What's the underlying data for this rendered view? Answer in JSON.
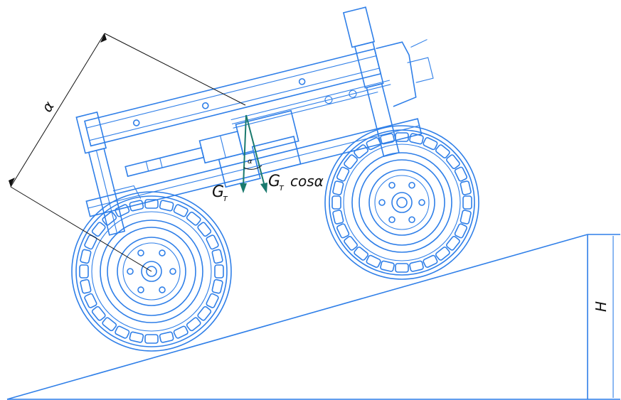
{
  "labels": {
    "alpha_dimension": "α",
    "gravity": "G",
    "gravity_sub": "т",
    "gravity_component": "G",
    "gravity_component_sub": "т",
    "gravity_component_suffix": "cosα",
    "angle": "α",
    "height": "H"
  },
  "colors": {
    "drawing": "#2f7fe8",
    "force_vectors": "#1a7a6e",
    "dimensions": "#111111"
  }
}
